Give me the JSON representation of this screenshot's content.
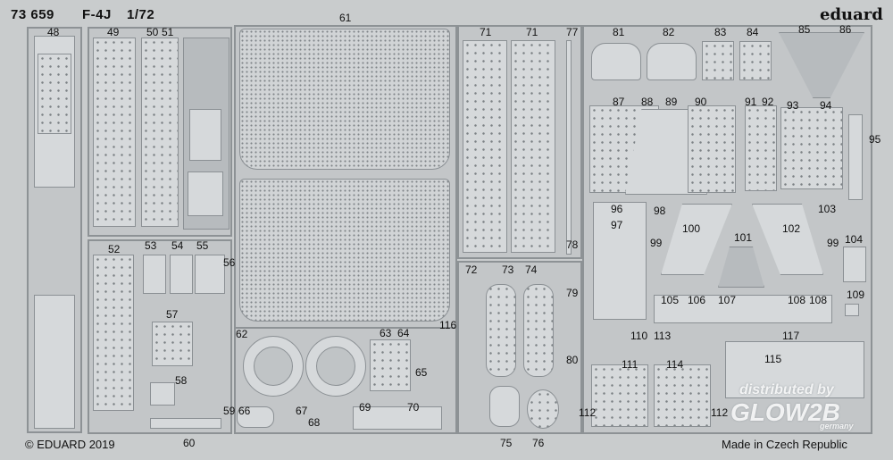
{
  "header": {
    "code": "73 659",
    "aircraft": "F-4J",
    "scale": "1/72",
    "brand": "eduard"
  },
  "footer": {
    "copyright": "© EDUARD 2019",
    "origin": "Made in Czech Republic"
  },
  "watermark": {
    "line1": "distributed by",
    "line2": "GLOW2B",
    "line3": "germany"
  },
  "labels": {
    "p48": "48",
    "p49": "49",
    "p50": "50",
    "p51": "51",
    "p52": "52",
    "p53": "53",
    "p54": "54",
    "p55": "55",
    "p56": "56",
    "p57": "57",
    "p58": "58",
    "p59": "59",
    "p60": "60",
    "p61": "61",
    "p62": "62",
    "p63": "63",
    "p64": "64",
    "p65": "65",
    "p66": "66",
    "p67": "67",
    "p68": "68",
    "p69": "69",
    "p70": "70",
    "p71a": "71",
    "p71b": "71",
    "p72": "72",
    "p73": "73",
    "p74": "74",
    "p75": "75",
    "p76": "76",
    "p77": "77",
    "p78": "78",
    "p79": "79",
    "p80": "80",
    "p81": "81",
    "p82": "82",
    "p83": "83",
    "p84": "84",
    "p85": "85",
    "p86": "86",
    "p87": "87",
    "p88": "88",
    "p89": "89",
    "p90": "90",
    "p91": "91",
    "p92": "92",
    "p93": "93",
    "p94": "94",
    "p95": "95",
    "p96": "96",
    "p97": "97",
    "p98": "98",
    "p99a": "99",
    "p99b": "99",
    "p100": "100",
    "p101": "101",
    "p102": "102",
    "p103": "103",
    "p104": "104",
    "p105": "105",
    "p106": "106",
    "p107": "107",
    "p108a": "108",
    "p108b": "108",
    "p109": "109",
    "p110": "110",
    "p111": "111",
    "p112a": "112",
    "p112b": "112",
    "p113": "113",
    "p114": "114",
    "p115": "115",
    "p116": "116",
    "p117": "117"
  },
  "colors": {
    "fret": "#c9cccd",
    "frame": "#8d9295",
    "part": "#d6d9db",
    "text": "#101010"
  }
}
